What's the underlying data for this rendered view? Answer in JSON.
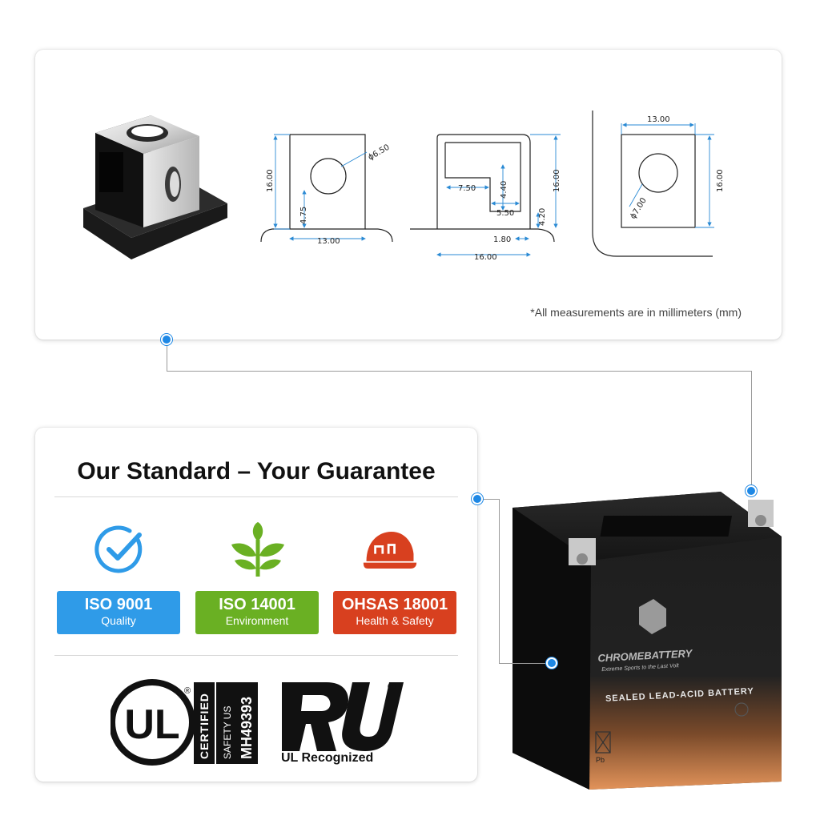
{
  "drawing": {
    "note": "*All measurements are in millimeters (mm)",
    "view1": {
      "diameter": "ϕ6.50",
      "height": "16.00",
      "hole_offset": "4.75",
      "width": "13.00"
    },
    "view2": {
      "slot_width": "7.50",
      "slot_depth": "4.40",
      "step": "5.50",
      "lip": "4.20",
      "height": "16.00",
      "offset": "1.80",
      "width": "16.00"
    },
    "view3": {
      "width": "13.00",
      "height": "16.00",
      "diameter": "ϕ7.00"
    }
  },
  "guarantee": {
    "title": "Our Standard – Your Guarantee",
    "badges": [
      {
        "title": "ISO 9001",
        "subtitle": "Quality",
        "color": "#2f9be8"
      },
      {
        "title": "ISO 14001",
        "subtitle": "Environment",
        "color": "#6ab023"
      },
      {
        "title": "OHSAS 18001",
        "subtitle": "Health & Safety",
        "color": "#d8401f"
      }
    ],
    "ul": {
      "letters": "UL",
      "certified": "CERTIFIED",
      "safety": "SAFETY US",
      "code": "MH49393",
      "registered": "®",
      "recognized": "UL Recognized"
    }
  },
  "battery": {
    "brand": "CHROMEBATTERY",
    "tagline": "Extreme Sports to the Last Volt",
    "type": "SEALED LEAD-ACID BATTERY",
    "pb": "Pb"
  },
  "colors": {
    "accent_blue": "#1e88e5"
  }
}
